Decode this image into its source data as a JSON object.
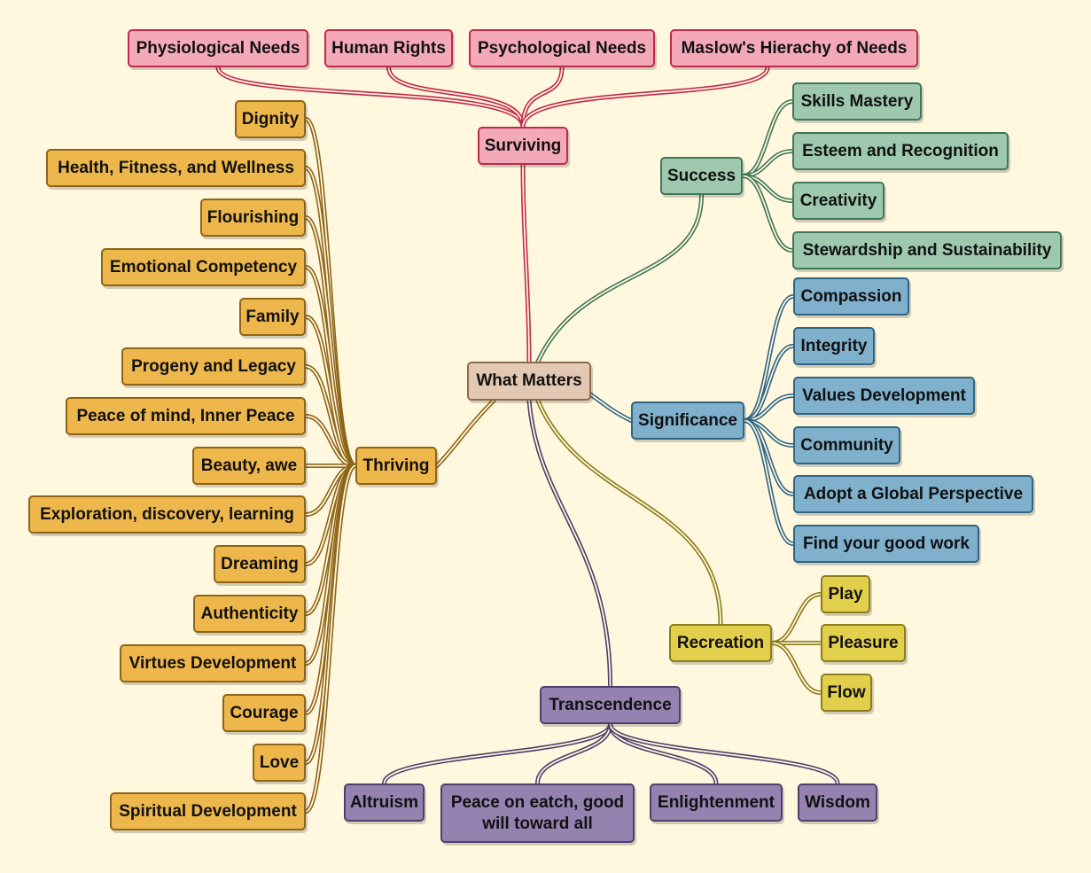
{
  "colors": {
    "background": "#fff8de",
    "surviving": "#c0284c",
    "success": "#3f7658",
    "significance": "#2f6584",
    "thriving": "#8e6418",
    "recreation": "#8c7c1a",
    "transcendence": "#4f3e6a"
  },
  "root": {
    "label": "What Matters"
  },
  "branches": {
    "surviving": {
      "label": "Surviving",
      "children": [
        "Physiological Needs",
        "Human Rights",
        "Psychological Needs",
        "Maslow's Hierachy of Needs"
      ]
    },
    "success": {
      "label": "Success",
      "children": [
        "Skills Mastery",
        "Esteem and Recognition",
        "Creativity",
        "Stewardship and Sustainability"
      ]
    },
    "significance": {
      "label": "Significance",
      "children": [
        "Compassion",
        "Integrity",
        "Values Development",
        "Community",
        "Adopt a Global Perspective",
        "Find your good work"
      ]
    },
    "recreation": {
      "label": "Recreation",
      "children": [
        "Play",
        "Pleasure",
        "Flow"
      ]
    },
    "transcendence": {
      "label": "Transcendence",
      "children": [
        "Altruism",
        "Peace on eatch, good will toward all",
        "Enlightenment",
        "Wisdom"
      ]
    },
    "thriving": {
      "label": "Thriving",
      "children": [
        "Dignity",
        "Health, Fitness, and Wellness",
        "Flourishing",
        "Emotional Competency",
        "Family",
        "Progeny and Legacy",
        "Peace of mind, Inner Peace",
        "Beauty, awe",
        "Exploration, discovery, learning",
        "Dreaming",
        "Authenticity",
        "Virtues Development",
        "Courage",
        "Love",
        "Spiritual Development"
      ]
    }
  }
}
